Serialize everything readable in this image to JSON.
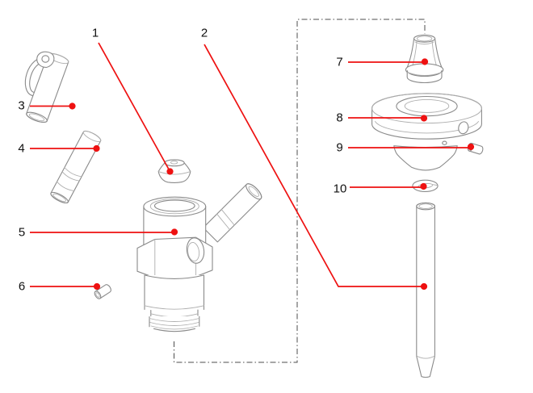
{
  "diagram": {
    "figure_type": "exploded parts diagram",
    "callouts": [
      {
        "label": "1"
      },
      {
        "label": "2"
      },
      {
        "label": "3"
      },
      {
        "label": "4"
      },
      {
        "label": "5"
      },
      {
        "label": "6"
      },
      {
        "label": "7"
      },
      {
        "label": "8"
      },
      {
        "label": "9"
      },
      {
        "label": "10"
      }
    ],
    "colors": {
      "background": "#ffffff",
      "leader_line": "#ee1111",
      "callout_text": "#111111",
      "part_outline": "#8a8a8a",
      "part_detail": "#aeaeae",
      "boundary_line": "#4d4d4d"
    }
  }
}
